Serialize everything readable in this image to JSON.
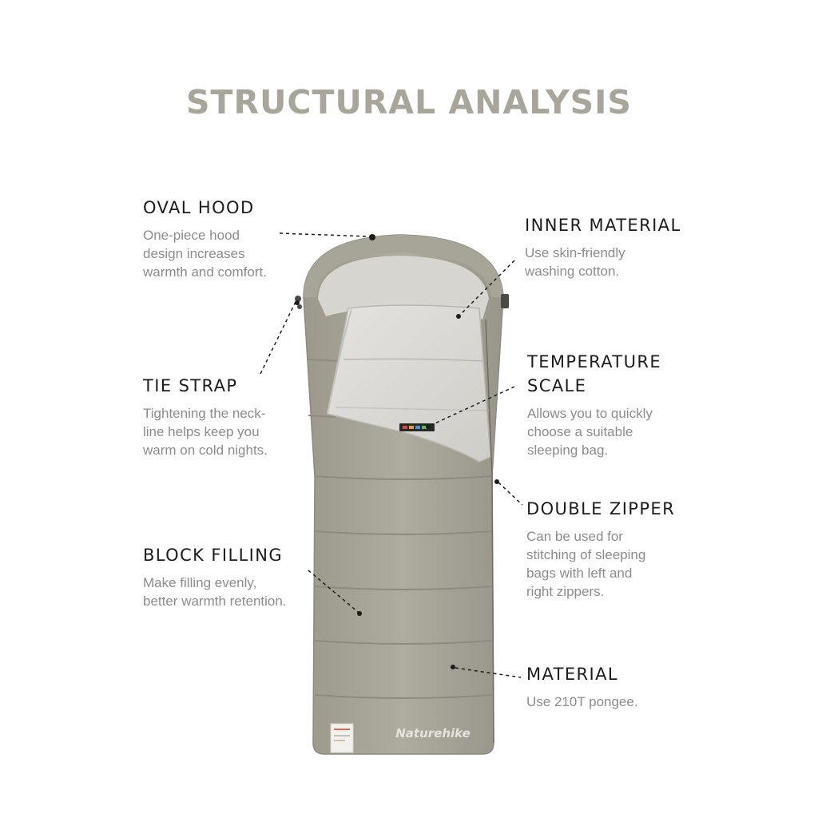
{
  "title": "STRUCTURAL ANALYSIS",
  "brand": "Naturehike",
  "colors": {
    "title": "#a8a59a",
    "shell": "#a9a699",
    "lining": "#dcdbd7",
    "heading": "#1c1c1c",
    "body": "#8c8c8c"
  },
  "features": {
    "oval_hood": {
      "title": "OVAL HOOD",
      "desc": "One-piece hood\ndesign increases\nwarmth and comfort."
    },
    "inner_material": {
      "title": "INNER MATERIAL",
      "desc": "Use skin-friendly\nwashing cotton."
    },
    "tie_strap": {
      "title": "TIE STRAP",
      "desc": "Tightening the neck-\nline helps keep you\nwarm on cold nights."
    },
    "temperature_scale": {
      "title": "TEMPERATURE\nSCALE",
      "desc": "Allows you to quickly\nchoose a suitable\nsleeping bag."
    },
    "double_zipper": {
      "title": "DOUBLE ZIPPER",
      "desc": "Can be used for\nstitching of sleeping\nbags with left and\nright zippers."
    },
    "block_filling": {
      "title": "BLOCK FILLING",
      "desc": "Make filling evenly,\nbetter warmth retention."
    },
    "material": {
      "title": "MATERIAL",
      "desc": "Use 210T pongee."
    }
  }
}
